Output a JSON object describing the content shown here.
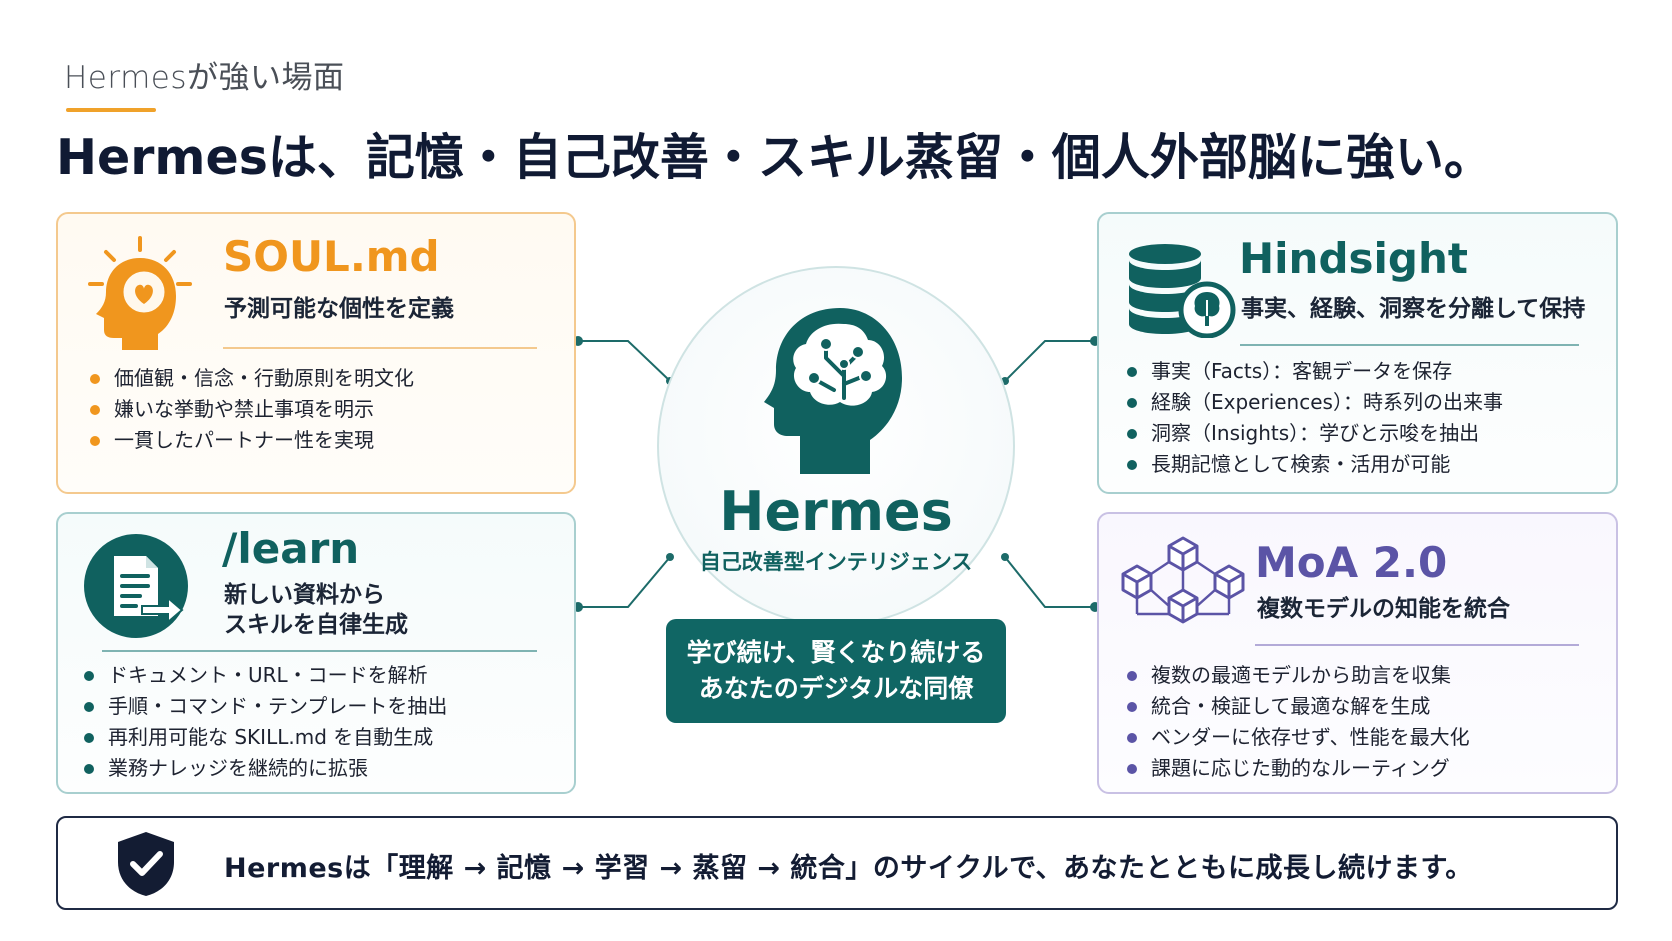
{
  "header": {
    "subtitle": "Hermesが強い場面",
    "headline": "Hermesは、記憶・自己改善・スキル蒸留・個人外部脳に強い。"
  },
  "center": {
    "title": "Hermes",
    "subtitle": "自己改善型インテリジェンス",
    "tagline_line1": "学び続け、賢くなり続ける",
    "tagline_line2": "あなたのデジタルな同僚"
  },
  "cards": {
    "soul": {
      "title": "SOUL.md",
      "subtitle": "予測可能な個性を定義",
      "bullets": [
        "価値観・信念・行動原則を明文化",
        "嫌いな挙動や禁止事項を明示",
        "一貫したパートナー性を実現"
      ]
    },
    "learn": {
      "title": "/learn",
      "subtitle_line1": "新しい資料から",
      "subtitle_line2": "スキルを自律生成",
      "bullets": [
        "ドキュメント・URL・コードを解析",
        "手順・コマンド・テンプレートを抽出",
        "再利用可能な SKILL.md を自動生成",
        "業務ナレッジを継続的に拡張"
      ]
    },
    "hindsight": {
      "title": "Hindsight",
      "subtitle": "事実、経験、洞察を分離して保持",
      "bullets": [
        "事実（Facts）：客観データを保存",
        "経験（Experiences）：時系列の出来事",
        "洞察（Insights）：学びと示唆を抽出",
        "長期記憶として検索・活用が可能"
      ]
    },
    "moa": {
      "title": "MoA 2.0",
      "subtitle": "複数モデルの知能を統合",
      "bullets": [
        "複数の最適モデルから助言を収集",
        "統合・検証して最適な解を生成",
        "ベンダーに依存せず、性能を最大化",
        "課題に応じた動的なルーティング"
      ]
    }
  },
  "footer": {
    "text": "Hermesは「理解 → 記憶 → 学習 → 蒸留 → 統合」のサイクルで、あなたとともに成長し続けます。"
  },
  "colors": {
    "orange": "#f0961e",
    "teal": "#10615f",
    "purple": "#5b54a6",
    "navy": "#131c33"
  },
  "icons": {
    "soul": "head-lightbulb-heart-icon",
    "learn": "document-arrow-icon",
    "hindsight": "database-tree-icon",
    "moa": "connected-cubes-icon",
    "center": "brain-head-icon",
    "footer": "shield-check-icon"
  }
}
